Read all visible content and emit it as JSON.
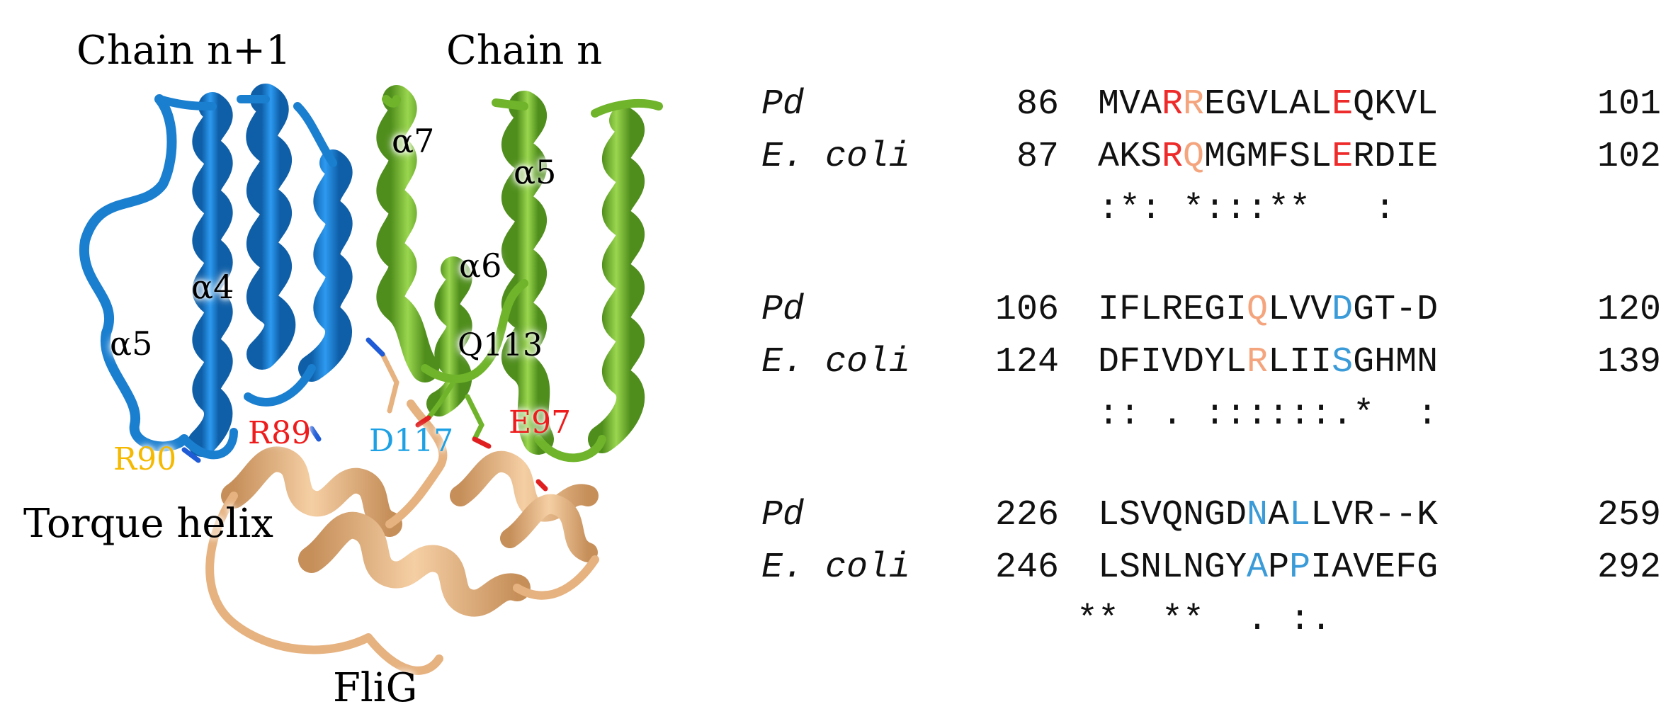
{
  "structure": {
    "chain_left_title": "Chain n+1",
    "chain_right_title": "Chain n",
    "helix_labels": {
      "alpha7": "α7",
      "alpha5_green": "α5",
      "alpha6": "α6",
      "alpha4": "α4",
      "alpha5_blue": "α5"
    },
    "residue_labels": {
      "q113": "Q113",
      "r89": "R89",
      "d117": "D117",
      "e97": "E97",
      "r90": "R90"
    },
    "torque_helix": "Torque helix",
    "flig": "FliG",
    "colors": {
      "chain_left": "#1f86d6",
      "chain_right": "#7bc13a",
      "flig": "#eec196",
      "red": "#ee1c1c",
      "blue": "#1da1e4",
      "gold": "#f5b900"
    }
  },
  "alignment": {
    "colors": {
      "red": "#ee2b2b",
      "salmon": "#f4a57e",
      "blue": "#3a9bd8",
      "text": "#111111"
    },
    "blocks": [
      {
        "rows": [
          {
            "species": "Pd",
            "start": "86",
            "seq": [
              [
                "MVA",
                ""
              ],
              [
                "R",
                "red"
              ],
              [
                "R",
                "salmon"
              ],
              [
                "EGVLAL",
                ""
              ],
              [
                "E",
                "red"
              ],
              [
                "QKVL",
                ""
              ]
            ],
            "end": "101"
          },
          {
            "species": "E. coli",
            "start": "87",
            "seq": [
              [
                "AKS",
                ""
              ],
              [
                "R",
                "red"
              ],
              [
                "Q",
                "salmon"
              ],
              [
                "MGMFSL",
                ""
              ],
              [
                "E",
                "red"
              ],
              [
                "RDIE",
                ""
              ]
            ],
            "end": "102"
          }
        ],
        "conservation": "    :*: *:::**   :"
      },
      {
        "rows": [
          {
            "species": "Pd",
            "start": "106",
            "seq": [
              [
                "IFLREGI",
                ""
              ],
              [
                "Q",
                "salmon"
              ],
              [
                "LVV",
                ""
              ],
              [
                "D",
                "blue"
              ],
              [
                "GT-D",
                ""
              ]
            ],
            "end": "120"
          },
          {
            "species": "E. coli",
            "start": "124",
            "seq": [
              [
                "DFIVDYL",
                ""
              ],
              [
                "R",
                "salmon"
              ],
              [
                "LII",
                ""
              ],
              [
                "S",
                "blue"
              ],
              [
                "GHMN",
                ""
              ]
            ],
            "end": "139"
          }
        ],
        "conservation": "    :: . ::::::.*  :"
      },
      {
        "rows": [
          {
            "species": "Pd",
            "start": "226",
            "seq": [
              [
                "LSVQNGD",
                ""
              ],
              [
                "N",
                "blue"
              ],
              [
                "A",
                ""
              ],
              [
                "L",
                "blue"
              ],
              [
                "LVR--K",
                ""
              ]
            ],
            "end": "259"
          },
          {
            "species": "E. coli",
            "start": "246",
            "seq": [
              [
                "LSNLNGY",
                ""
              ],
              [
                "A",
                "blue"
              ],
              [
                "P",
                ""
              ],
              [
                "P",
                "blue"
              ],
              [
                "IAVEFG",
                ""
              ]
            ],
            "end": "292"
          }
        ],
        "conservation": "   **  **  . :."
      }
    ]
  }
}
